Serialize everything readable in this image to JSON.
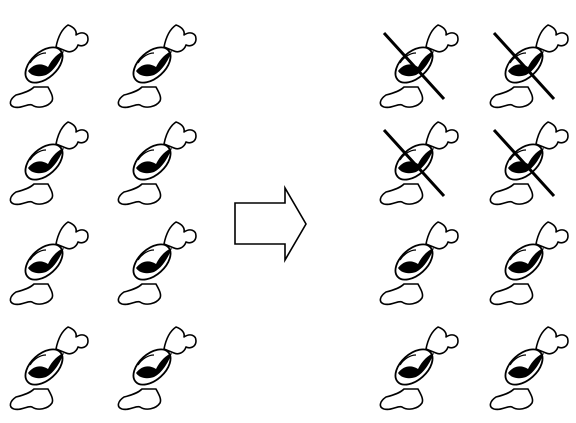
{
  "diagram": {
    "left_group": {
      "candy_count": 8
    },
    "arrow": {
      "direction": "right"
    },
    "right_group": {
      "candy_count": 8,
      "crossed_out_count": 4,
      "remaining_count": 4
    },
    "colors": {
      "stroke": "#000000",
      "fill": "#ffffff",
      "accent": "#000000"
    },
    "icons": {
      "candy": "wrapped-candy-icon",
      "cross": "cross-out-line",
      "arrow": "right-arrow-icon"
    }
  }
}
